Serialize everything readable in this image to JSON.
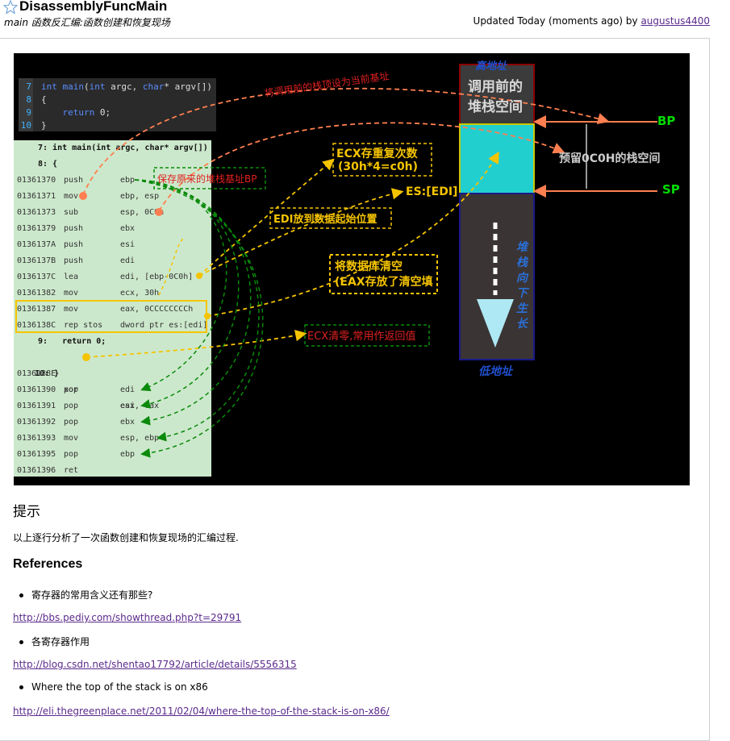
{
  "header": {
    "title": "DisassemblyFuncMain",
    "summary": "main 函数反汇编:函数创建和恢复现场",
    "updated_prefix": "Updated Today (moments ago) by ",
    "author": "augustus4400"
  },
  "code_top": {
    "lines": [
      {
        "num": "7",
        "text": "int main(int argc, char* argv[])"
      },
      {
        "num": "8",
        "text": "{"
      },
      {
        "num": "9",
        "text": "    return 0;"
      },
      {
        "num": "10",
        "text": "}"
      }
    ]
  },
  "asm": {
    "src1": "7: int main(int argc, char* argv[])",
    "src2": "8: {",
    "rows": [
      {
        "addr": "01361370",
        "op": "push",
        "arg": "ebp"
      },
      {
        "addr": "01361371",
        "op": "mov",
        "arg": "ebp, esp"
      },
      {
        "addr": "01361373",
        "op": "sub",
        "arg": "esp, 0C0h"
      },
      {
        "addr": "01361379",
        "op": "push",
        "arg": "ebx"
      },
      {
        "addr": "0136137A",
        "op": "push",
        "arg": "esi"
      },
      {
        "addr": "0136137B",
        "op": "push",
        "arg": "edi"
      },
      {
        "addr": "0136137C",
        "op": "lea",
        "arg": "edi, [ebp-0C0h]"
      },
      {
        "addr": "01361382",
        "op": "mov",
        "arg": "ecx, 30h"
      },
      {
        "addr": "01361387",
        "op": "mov",
        "arg": "eax, 0CCCCCCCCh"
      },
      {
        "addr": "0136138C",
        "op": "rep stos",
        "arg": "dword ptr es:[edi]"
      }
    ],
    "src3": "9:   return 0;",
    "row_xor": {
      "addr": "0136138E",
      "op": "xor",
      "arg": "eax, eax"
    },
    "src4": "10: }",
    "rows2": [
      {
        "addr": "01361390",
        "op": "pop",
        "arg": "edi"
      },
      {
        "addr": "01361391",
        "op": "pop",
        "arg": "esi"
      },
      {
        "addr": "01361392",
        "op": "pop",
        "arg": "ebx"
      },
      {
        "addr": "01361393",
        "op": "mov",
        "arg": "esp, ebp"
      },
      {
        "addr": "01361395",
        "op": "pop",
        "arg": "ebp"
      },
      {
        "addr": "01361396",
        "op": "ret",
        "arg": ""
      }
    ]
  },
  "annotations": {
    "set_base": "将调用前的栈顶设为当前基址",
    "save_bp": "保存原来的堆栈基址BP",
    "ecx_count": "ECX存重复次数",
    "ecx_calc": "(30h*4=c0h)",
    "es_edi": "ES:[EDI]",
    "edi_start": "EDI放到数据起始位置",
    "clear1": "将数据库清空",
    "clear2": "(EAX存放了清空填",
    "ecx_zero": "ECX清零,常用作返回值",
    "high_addr": "高地址",
    "stack_before1": "调用前的",
    "stack_before2": "堆栈空间",
    "reserve": "预留0C0H的栈空间",
    "bp": "BP",
    "sp": "SP",
    "grow": "堆栈向下生长",
    "low_addr": "低地址"
  },
  "tip": {
    "title": "提示",
    "text": "以上逐行分析了一次函数创建和恢复现场的汇编过程."
  },
  "references": {
    "title": "References",
    "items": [
      {
        "label": "寄存器的常用含义还有那些?",
        "url": "http://bbs.pediy.com/showthread.php?t=29791"
      },
      {
        "label": "各寄存器作用",
        "url": "http://blog.csdn.net/shentao17792/article/details/5556315"
      },
      {
        "label": "Where the top of the stack is on x86",
        "url": "http://eli.thegreenplace.net/2011/02/04/where-the-top-of-the-stack-is-on-x86/"
      }
    ]
  },
  "colors": {
    "link": "#5b2a8c",
    "orange": "#ff7f50",
    "yellow": "#f5c400",
    "green": "#00cc00",
    "cyan": "#22cfcf"
  }
}
